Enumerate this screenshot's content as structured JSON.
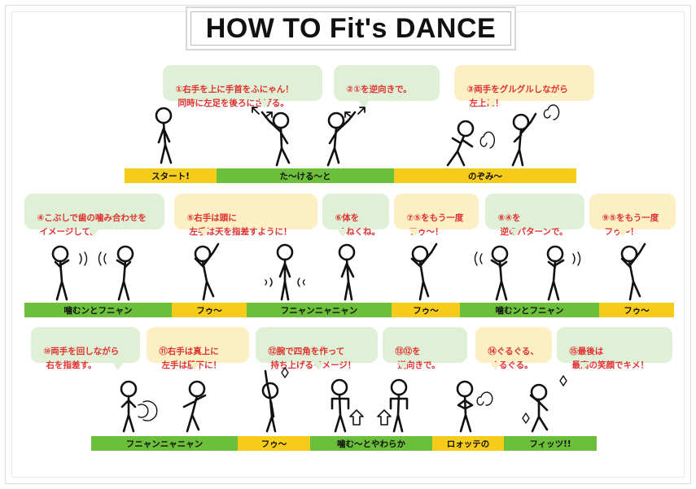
{
  "title": "HOW TO Fit's DANCE",
  "rows": [
    {
      "bubbles": [
        {
          "text": "①右手を上に手首をふにゃん！\n　同時に左足を後ろにさげる。",
          "color": "g"
        },
        {
          "text": "②①を逆向きで。",
          "color": "g"
        },
        {
          "text": "③両手をグルグルしながら\n　左上に！",
          "color": "y"
        }
      ],
      "segments": [
        {
          "label": "スタート!",
          "color": "y"
        },
        {
          "label": "た～ける～と",
          "color": "g"
        },
        {
          "label": "のぞみ～",
          "color": "y"
        }
      ]
    },
    {
      "bubbles": [
        {
          "text": "④こぶしで歯の噛み合わせを\n　イメージして。",
          "color": "g"
        },
        {
          "text": "⑤右手は頭に\n　左手は天を指差すように！",
          "color": "y"
        },
        {
          "text": "⑥体を\n　くねくね。",
          "color": "g"
        },
        {
          "text": "⑦⑤をもう一度\n　フゥ～！",
          "color": "y"
        },
        {
          "text": "⑧④を\n　逆のパターンで。",
          "color": "g"
        },
        {
          "text": "⑨⑤をもう一度\n　フゥ～！",
          "color": "y"
        }
      ],
      "segments": [
        {
          "label": "噛むンとフニャン",
          "color": "g"
        },
        {
          "label": "フゥ～",
          "color": "y"
        },
        {
          "label": "フニャンニャニャン",
          "color": "g"
        },
        {
          "label": "フゥ～",
          "color": "y"
        },
        {
          "label": "噛むンとフニャン",
          "color": "g"
        },
        {
          "label": "フゥ～",
          "color": "y"
        }
      ]
    },
    {
      "bubbles": [
        {
          "text": "⑩両手を回しながら\n　右を指差す。",
          "color": "g"
        },
        {
          "text": "⑪右手は真上に\n　左手は股下に！",
          "color": "y"
        },
        {
          "text": "⑫腕で四角を作って\n　持ち上げるイメージ！",
          "color": "g"
        },
        {
          "text": "⑬⑫を\n　逆向きで。",
          "color": "g"
        },
        {
          "text": "⑭ぐるぐる、\n　ぐるぐる。",
          "color": "y"
        },
        {
          "text": "⑮最後は\n　最高の笑顔でキメ！",
          "color": "g"
        }
      ],
      "segments": [
        {
          "label": "フニャンニャニャン",
          "color": "g"
        },
        {
          "label": "フゥ～",
          "color": "y"
        },
        {
          "label": "噛む～とやわらか",
          "color": "g"
        },
        {
          "label": "ロォッテの",
          "color": "y"
        },
        {
          "label": "フィッツ!!",
          "color": "g"
        }
      ]
    }
  ],
  "colors": {
    "green": "#6cbf3b",
    "yellow": "#f6cc1a",
    "bubble_text": "#e0322f"
  }
}
